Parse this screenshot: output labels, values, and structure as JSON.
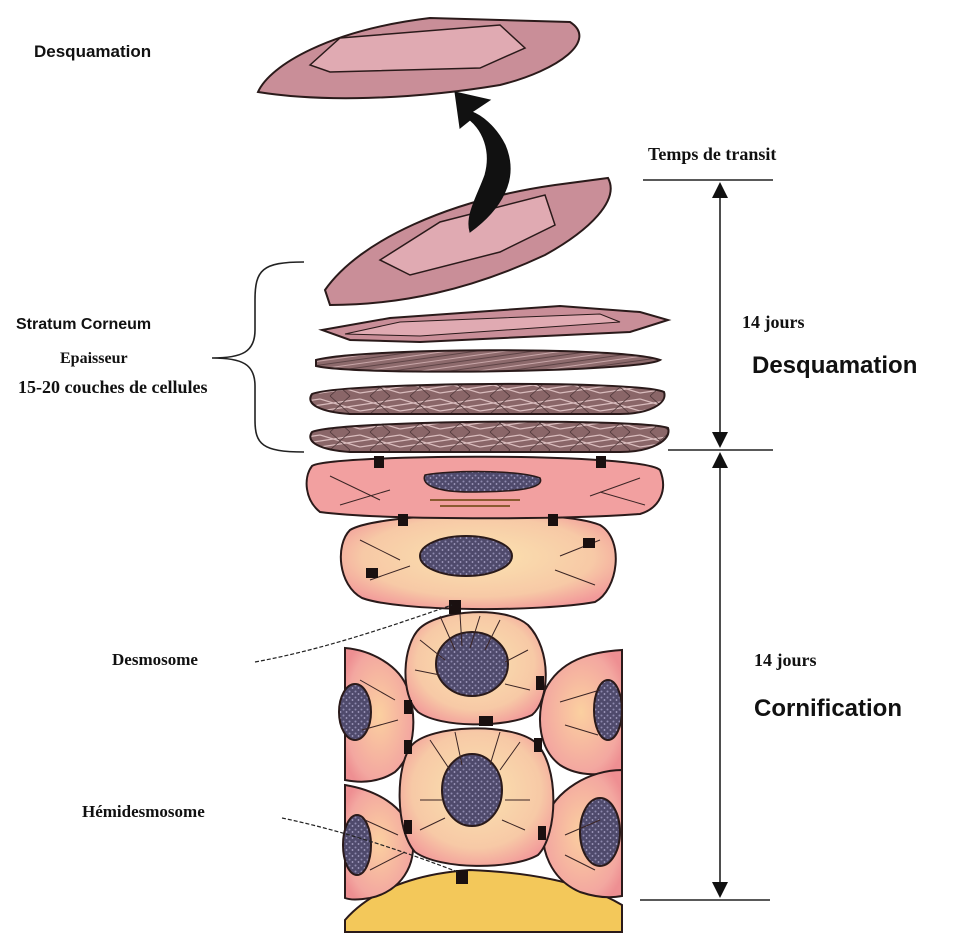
{
  "labels": {
    "top_desquamation": "Desquamation",
    "transit_time": "Temps de transit",
    "days_upper": "14 jours",
    "phase_upper": "Desquamation",
    "stratum_corneum": "Stratum Corneum",
    "thickness": "Epaisseur",
    "layers": "15-20 couches de cellules",
    "desmosome": "Desmosome",
    "days_lower": "14 jours",
    "phase_lower": "Cornification",
    "hemidesmosome": "Hémidesmosome"
  },
  "colors": {
    "corneocyte_fill": "#c98e98",
    "corneocyte_light": "#e0aab2",
    "corneocyte_dark": "#8f6a6e",
    "granular_fill": "#f2a4a0",
    "spinous_center": "#f9dca4",
    "nucleus": "#5e5878",
    "basement": "#f3c85a",
    "outline": "#2a1a1a"
  }
}
